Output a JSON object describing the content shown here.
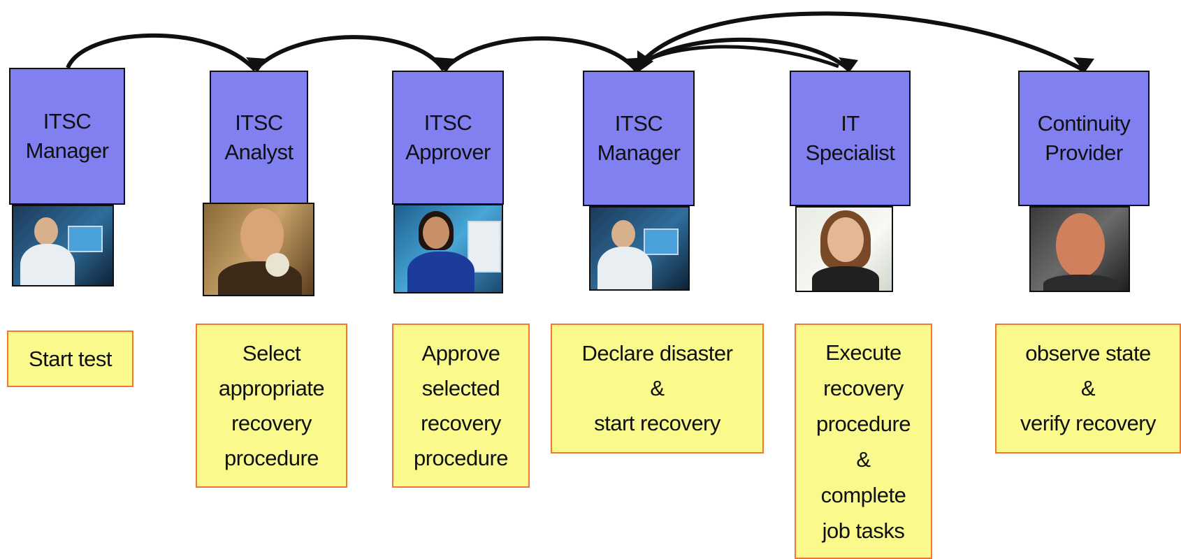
{
  "colors": {
    "role_box_fill": "#8080f0",
    "task_box_fill": "#fafa8c",
    "task_box_border": "#f07830",
    "arrow": "#101010"
  },
  "actors": [
    {
      "role_lines": [
        "ITSC",
        "Manager"
      ],
      "photo_icon": "person-on-headset-at-desk-photo",
      "task_lines": [
        "Start test"
      ]
    },
    {
      "role_lines": [
        "ITSC",
        "Analyst"
      ],
      "photo_icon": "smiling-man-on-phone-photo",
      "task_lines": [
        "Select",
        "appropriate",
        "recovery",
        "procedure"
      ]
    },
    {
      "role_lines": [
        "ITSC",
        "Approver"
      ],
      "photo_icon": "woman-on-headset-at-monitor-photo",
      "task_lines": [
        "Approve",
        "selected",
        "recovery",
        "procedure"
      ]
    },
    {
      "role_lines": [
        "ITSC",
        "Manager"
      ],
      "photo_icon": "person-on-headset-at-desk-photo",
      "task_lines": [
        "Declare disaster",
        "&",
        "start recovery"
      ]
    },
    {
      "role_lines": [
        "IT",
        "Specialist"
      ],
      "photo_icon": "smiling-woman-portrait-photo",
      "task_lines": [
        "Execute",
        "recovery",
        "procedure",
        "&",
        "complete",
        "job tasks"
      ]
    },
    {
      "role_lines": [
        "Continuity",
        "Provider"
      ],
      "photo_icon": "bald-man-portrait-photo",
      "task_lines": [
        "observe state",
        "&",
        "verify recovery"
      ]
    }
  ],
  "flow_arrows": [
    {
      "from": "ITSC Manager",
      "to": "ITSC Analyst"
    },
    {
      "from": "ITSC Analyst",
      "to": "ITSC Approver"
    },
    {
      "from": "ITSC Approver",
      "to": "ITSC Manager"
    },
    {
      "from": "ITSC Manager",
      "to": "IT Specialist"
    },
    {
      "from": "IT Specialist",
      "to": "ITSC Manager"
    },
    {
      "from": "ITSC Manager",
      "to": "Continuity Provider"
    }
  ]
}
